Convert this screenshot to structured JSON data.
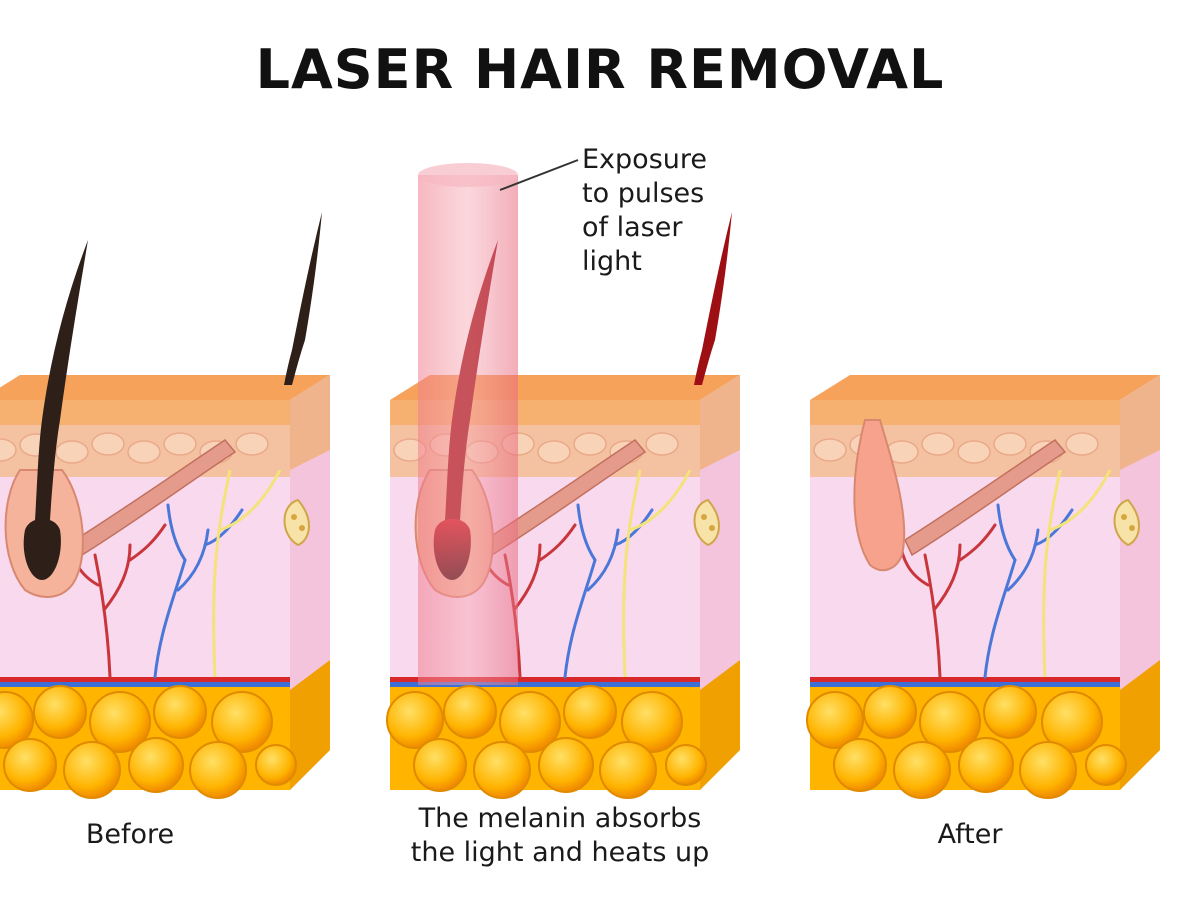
{
  "title": "LASER HAIR REMOVAL",
  "callout": {
    "lines": [
      "Exposure",
      "to pulses",
      "of laser",
      "light"
    ]
  },
  "panels": [
    {
      "label": "Before",
      "label_lines": [
        "Before"
      ]
    },
    {
      "label": "The melanin absorbs the light and heats up",
      "label_lines": [
        "The melanin absorbs",
        "the light and heats up"
      ]
    },
    {
      "label": "After",
      "label_lines": [
        "After"
      ]
    }
  ],
  "colors": {
    "skin_top": "#f6a25a",
    "epidermis": "#f4c2a0",
    "dermis": "#f9d9ee",
    "fat": "#ffb400",
    "artery": "#d8282a",
    "vein": "#3d6fd6",
    "hair_dark": "#2e1f18",
    "hair_heated": "#9e0f14",
    "laser_beam": "#f07e8e",
    "nerve": "#f4e27a"
  }
}
